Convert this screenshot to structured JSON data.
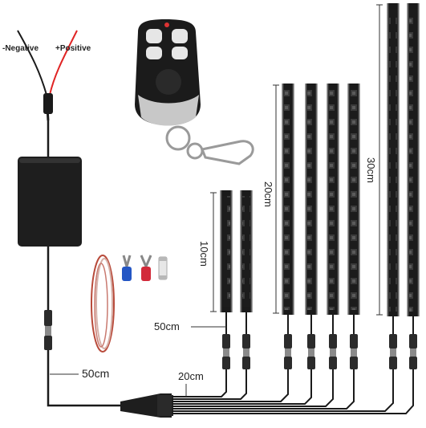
{
  "wires": {
    "negative_label": "-Negative",
    "positive_label": "+Positive"
  },
  "dimensions": {
    "strip_10cm": "10cm",
    "strip_20cm": "20cm",
    "strip_30cm": "30cm",
    "lead_50cm_top": "50cm",
    "lead_50cm_main": "50cm",
    "lead_20cm": "20cm"
  },
  "colors": {
    "wire_red": "#e02424",
    "wire_black": "#1a1a1a",
    "strip_body": "#1c1c1c",
    "led_amber": "#c9773a",
    "controller": "#1e1e1e"
  },
  "icons": [
    "remote-control-icon",
    "keyring-icon",
    "spade-terminal-icon",
    "fuse-icon",
    "wire-coil-icon",
    "led-strip-icon",
    "controller-box-icon"
  ]
}
